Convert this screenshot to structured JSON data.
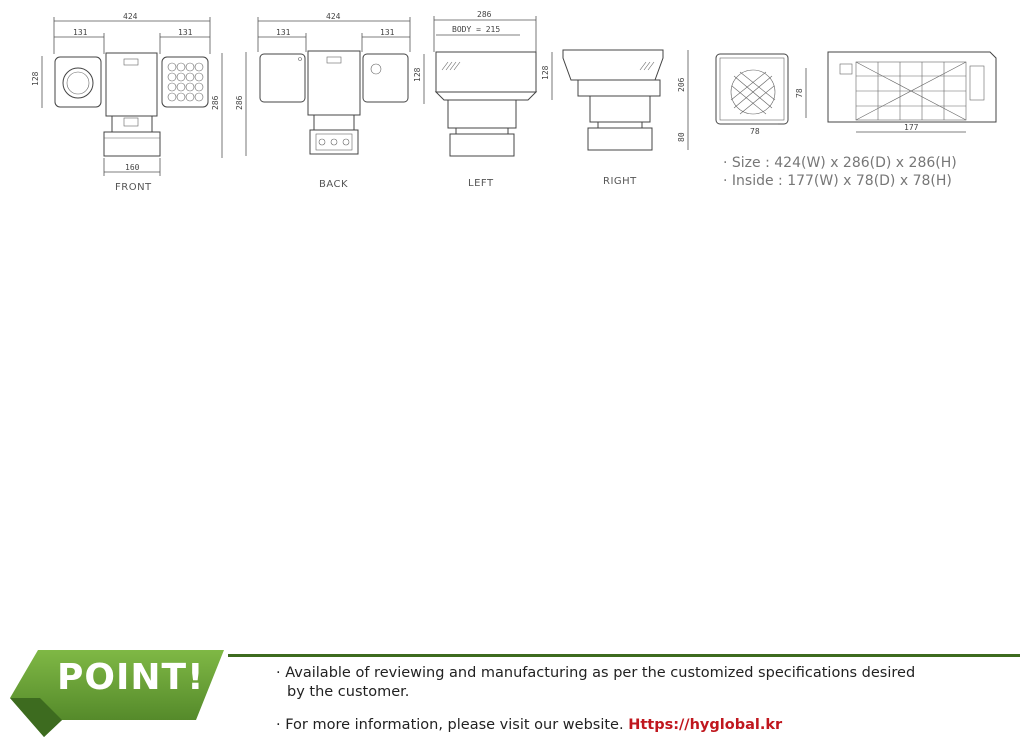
{
  "views": {
    "front": {
      "label": "FRONT",
      "dims": {
        "total_width": "424",
        "left_head": "131",
        "right_head": "131",
        "head_height": "128",
        "total_height": "286",
        "base_width": "160"
      }
    },
    "back": {
      "label": "BACK",
      "dims": {
        "total_width": "424",
        "left_head": "131",
        "right_head": "131",
        "head_height": "128",
        "total_height": "286"
      }
    },
    "left": {
      "label": "LEFT",
      "dims": {
        "total_depth": "286",
        "body": "BODY = 215",
        "head_height": "128"
      }
    },
    "right": {
      "label": "RIGHT",
      "dims": {
        "upper_height": "206",
        "base_height": "80"
      }
    },
    "inside_side": {
      "dims": {
        "width": "78",
        "height": "78"
      }
    },
    "inside_top": {
      "dims": {
        "width": "177"
      }
    }
  },
  "specs": {
    "size": "· Size : 424(W) x 286(D) x 286(H)",
    "inside": "· Inside : 177(W) x 78(D) x 78(H)"
  },
  "point": {
    "badge": "POINT!",
    "note1_line1": "· Available of reviewing and manufacturing as per the customized specifications desired",
    "note1_line2": "by the customer.",
    "note2_prefix": "· For more information, please visit our website.",
    "note2_link": "Https://hyglobal.kr"
  },
  "colors": {
    "accent_green": "#3d6b1f",
    "badge_green": "#6ea83a",
    "link_red": "#c0171e"
  }
}
